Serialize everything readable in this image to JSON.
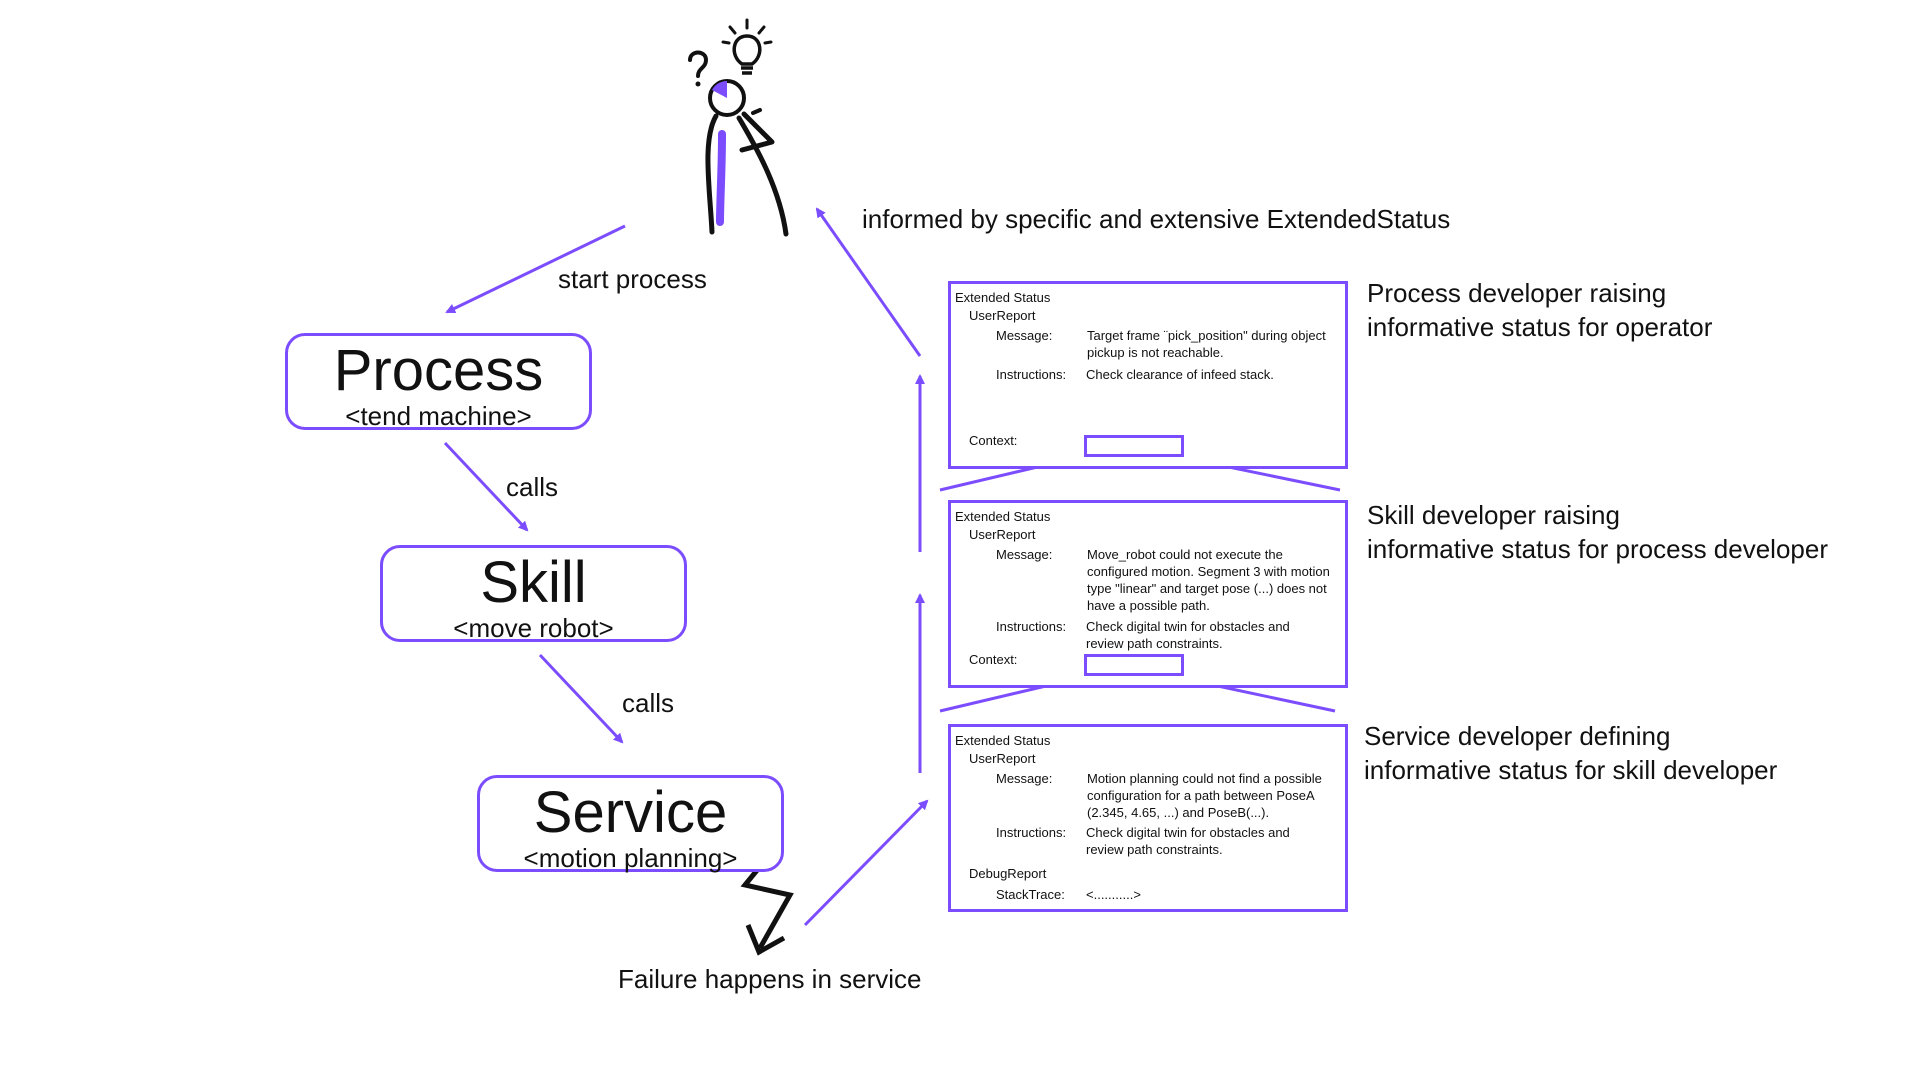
{
  "colors": {
    "accent": "#7c4dff",
    "ink": "#111111"
  },
  "labels": {
    "start_process": "start process",
    "calls_1": "calls",
    "calls_2": "calls",
    "informed": "informed by specific and extensive ExtendedStatus",
    "failure": "Failure happens in service"
  },
  "nodes": {
    "process": {
      "title": "Process",
      "sub": "<tend machine>"
    },
    "skill": {
      "title": "Skill",
      "sub": "<move robot>"
    },
    "service": {
      "title": "Service",
      "sub": "<motion planning>"
    }
  },
  "statuses": {
    "process": {
      "heading": "Extended Status",
      "report": "UserReport",
      "message_label": "Message:",
      "message": "Target frame ¨pick_position\" during object pickup is not reachable.",
      "instructions_label": "Instructions:",
      "instructions": "Check clearance of infeed stack.",
      "context_label": "Context:"
    },
    "skill": {
      "heading": "Extended Status",
      "report": "UserReport",
      "message_label": "Message:",
      "message": "Move_robot could not execute the configured motion. Segment 3 with motion type \"linear\" and target pose (...) does not have a possible path.",
      "instructions_label": "Instructions:",
      "instructions": "Check digital twin for obstacles and review path constraints.",
      "context_label": "Context:"
    },
    "service": {
      "heading": "Extended Status",
      "report": "UserReport",
      "message_label": "Message:",
      "message": "Motion planning could not find a possible configuration for a path between PoseA (2.345, 4.65, ...) and PoseB(...).",
      "instructions_label": "Instructions:",
      "instructions": "Check digital twin for obstacles and review path constraints.",
      "debug_report": "DebugReport",
      "stacktrace_label": "StackTrace:",
      "stacktrace": "<...........>"
    }
  },
  "side_notes": {
    "process": {
      "line1": "Process developer raising",
      "line2": "informative status for operator"
    },
    "skill": {
      "line1": "Skill developer raising",
      "line2": "informative status for process developer"
    },
    "service": {
      "line1": "Service developer defining",
      "line2": "informative status for skill developer"
    }
  },
  "icons": {
    "person": "thinking-person-icon",
    "question": "question-mark-icon",
    "bulb": "lightbulb-icon",
    "bolt": "lightning-bolt-icon"
  }
}
